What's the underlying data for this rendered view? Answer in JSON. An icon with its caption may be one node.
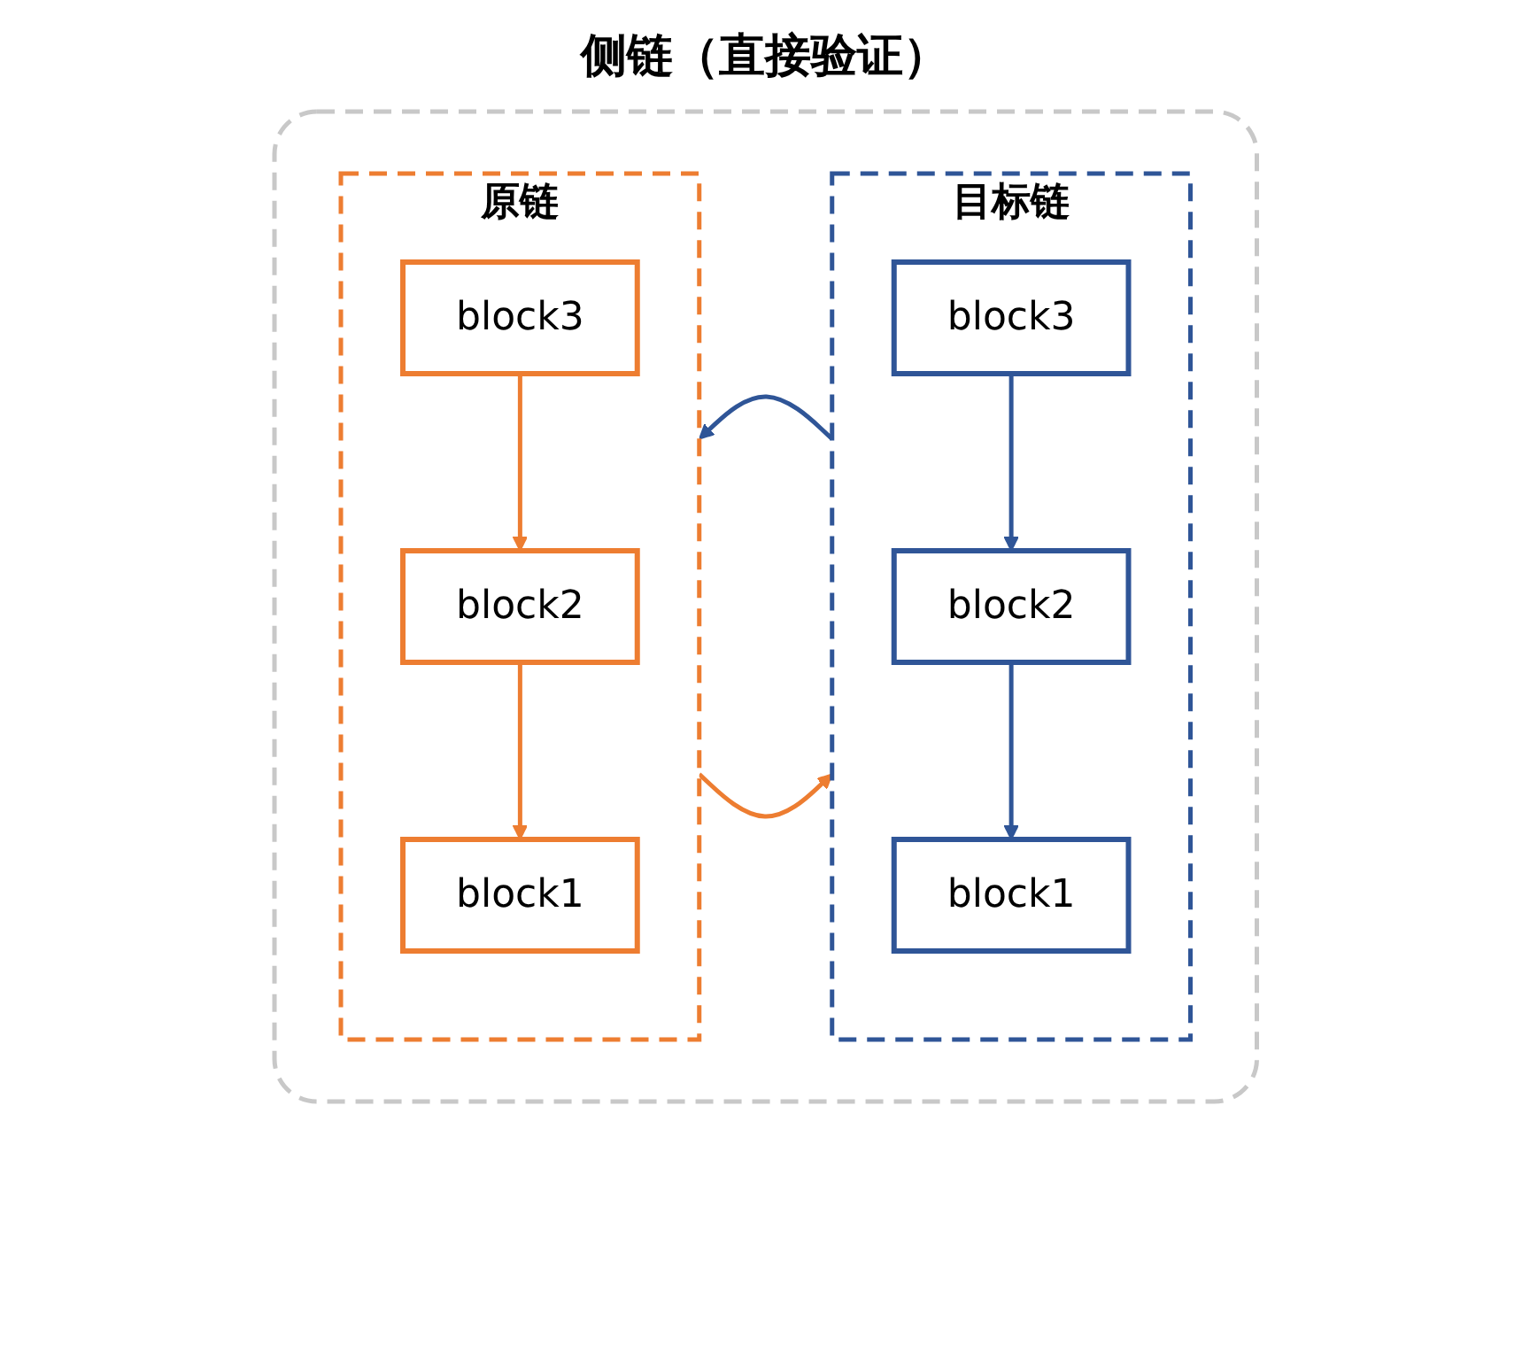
{
  "diagram": {
    "title": "侧链（直接验证）",
    "nodes": [
      {
        "text": [],
        "shape": "box"
      },
      {
        "text": [
          "原链"
        ],
        "in": 0
      },
      {
        "text": [
          "block3"
        ],
        "in": 1
      },
      {
        "text": [
          "block2"
        ],
        "in": 1
      },
      {
        "text": [
          "block1"
        ],
        "in": 1
      },
      {
        "text": [
          "目标链"
        ],
        "in": 0
      },
      {
        "text": [
          "block3"
        ],
        "in": 5
      },
      {
        "text": [
          "block2"
        ],
        "in": 5
      },
      {
        "text": [
          "block1"
        ],
        "in": 5
      }
    ],
    "edges": [
      {
        "from": 2,
        "to": 3,
        "arrow": "to",
        "color": "#ed7d31"
      },
      {
        "from": 3,
        "to": 4,
        "arrow": "to",
        "color": "#ed7d31"
      },
      {
        "from": 5,
        "to": 1,
        "arrow": "to",
        "color": "#2f5597"
      },
      {
        "from": 1,
        "to": 5,
        "arrow": "to",
        "color": "#ed7d31"
      },
      {
        "from": 6,
        "to": 7,
        "arrow": "to",
        "color": "#2f5597"
      },
      {
        "from": 7,
        "to": 8,
        "arrow": "to",
        "color": "#2f5597"
      }
    ]
  }
}
